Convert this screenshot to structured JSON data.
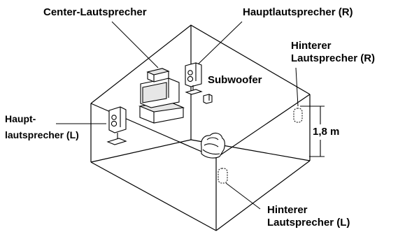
{
  "labels": {
    "center_speaker": "Center-Lautsprecher",
    "main_right": "Hauptlautsprecher (R)",
    "rear_right_line1": "Hinterer",
    "rear_right_line2": "Lautsprecher (R)",
    "subwoofer": "Subwoofer",
    "main_left_line1": "Haupt-",
    "main_left_line2": "lautsprecher (L)",
    "height": "1,8 m",
    "rear_left_line1": "Hinterer",
    "rear_left_line2": "Lautsprecher (L)"
  },
  "colors": {
    "line": "#000000",
    "tv_fill": "#e6e6e6",
    "speaker_fill": "#ffffff",
    "background": "#ffffff"
  }
}
